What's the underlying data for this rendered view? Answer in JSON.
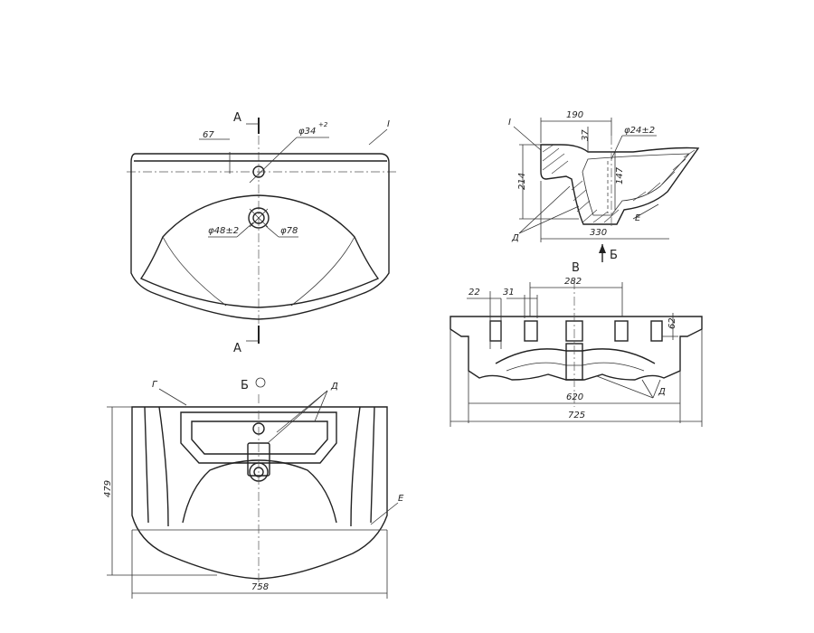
{
  "section_marks": {
    "a_top": "А",
    "a_bottom": "А"
  },
  "view_labels": {
    "b_view": "Б",
    "v_view": "В",
    "b_arrow": "Б"
  },
  "notes": {
    "i_top": "I",
    "i_side": "I",
    "g": "Г",
    "d_bottom": "Д",
    "d_side": "Д",
    "d_front": "Д",
    "e_bottom": "Е",
    "e_side": "Е"
  },
  "dimensions": {
    "top_67": "67",
    "top_phi34": "φ34",
    "top_phi34_tol": "+2",
    "top_phi48": "φ48±2",
    "top_phi78": "φ78",
    "side_190": "190",
    "side_37": "37",
    "side_phi24": "φ24±2",
    "side_214": "214",
    "side_147": "147",
    "side_330": "330",
    "front_22": "22",
    "front_31": "31",
    "front_282": "282",
    "front_62": "62",
    "front_620": "620",
    "front_725": "725",
    "bottom_479": "479",
    "bottom_758": "758"
  }
}
